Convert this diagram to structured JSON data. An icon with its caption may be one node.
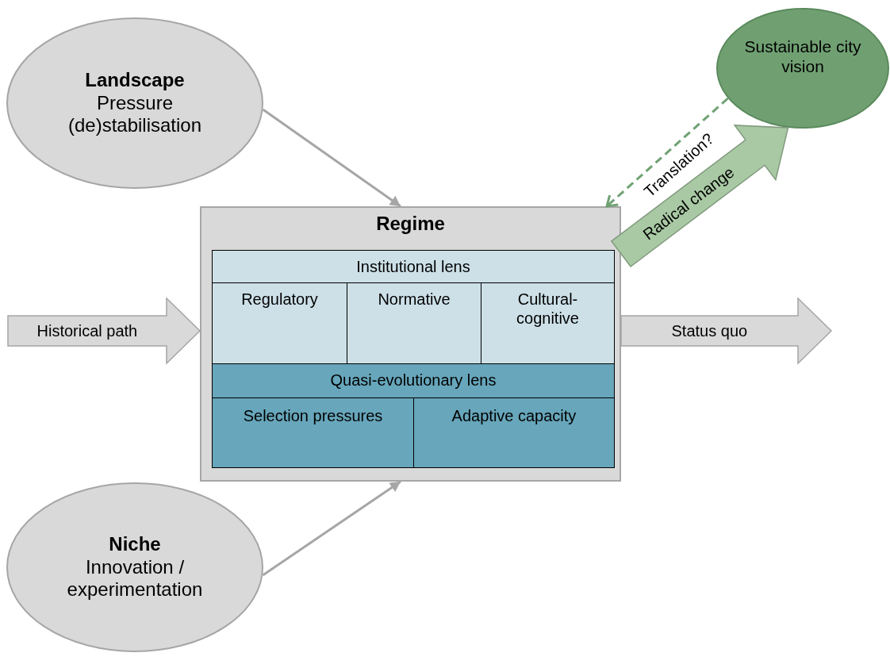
{
  "diagram": {
    "nodes": [
      {
        "text": [
          "Landscape",
          "Pressure (de)stabilisation"
        ]
      },
      {
        "text": [
          "Sustainable city vision"
        ]
      },
      {
        "text": [
          "Regime"
        ]
      },
      {
        "text": [
          "Institutional lens"
        ],
        "in": 2
      },
      {
        "text": [
          "Regulatory"
        ],
        "in": 2
      },
      {
        "text": [
          "Normative"
        ],
        "in": 2
      },
      {
        "text": [
          "Cultural-cognitive"
        ],
        "in": 2
      },
      {
        "text": [
          "Quasi-evolutionary lens"
        ],
        "in": 2
      },
      {
        "text": [
          "Selection pressures"
        ],
        "in": 2
      },
      {
        "text": [
          "Adaptive capacity"
        ],
        "in": 2
      },
      {
        "text": [
          "Niche",
          "Innovation / experimentation"
        ]
      }
    ],
    "edges": [
      {
        "from": 0,
        "to": 2,
        "arrow": "to"
      },
      {
        "from": 10,
        "to": 2,
        "arrow": "to"
      },
      {
        "from": null,
        "to": 2,
        "arrow": "to",
        "label": "Historical path",
        "style": "thick",
        "color": "#d9d9d9"
      },
      {
        "from": 2,
        "to": null,
        "arrow": "to",
        "label": "Status quo",
        "style": "thick",
        "color": "#d9d9d9"
      },
      {
        "from": 2,
        "to": 1,
        "arrow": "to",
        "label": "Radical change",
        "style": "thick",
        "color": "#a9c9a4"
      },
      {
        "from": 1,
        "to": 2,
        "arrow": "to",
        "label": "Translation?",
        "style": "dashed",
        "color": "#6fa273"
      }
    ]
  }
}
